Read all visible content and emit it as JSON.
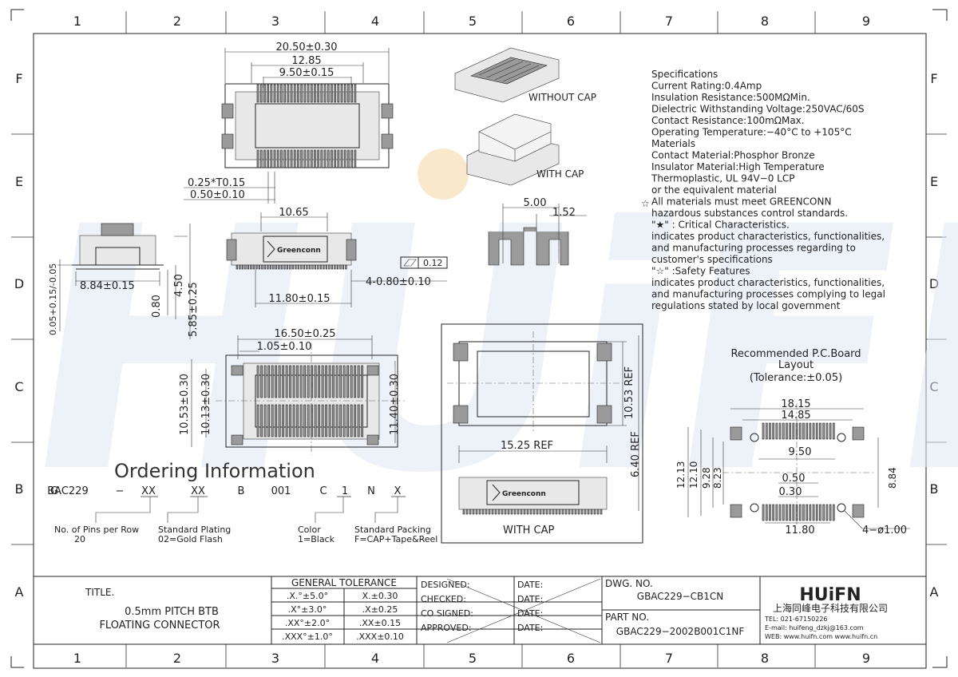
{
  "grid": {
    "columns": [
      "1",
      "2",
      "3",
      "4",
      "5",
      "6",
      "7",
      "8",
      "9"
    ],
    "rows": [
      "F",
      "E",
      "D",
      "C",
      "B",
      "A"
    ]
  },
  "watermark": {
    "text": "HUiFN",
    "color": "#dfe6f3",
    "dot_color": "#f7d7a6"
  },
  "top_view": {
    "dims": [
      "20.50±0.30",
      "12.85",
      "9.50±0.15",
      "0.25*T0.15",
      "0.50±0.10"
    ]
  },
  "iso_views": {
    "without_cap": "WITHOUT CAP",
    "with_cap": "WITH CAP"
  },
  "side_view": {
    "dims": [
      "8.84±0.15",
      "0.80",
      "4.50",
      "5.85±0.25",
      "0.05+0.15/-0.05"
    ]
  },
  "front_view": {
    "brand": "Greenconn",
    "dims": [
      "10.65",
      "11.80±0.15",
      "4-0.80±0.10",
      "0.12"
    ]
  },
  "section_view": {
    "dims": [
      "5.00",
      "1.52"
    ]
  },
  "bottom_view": {
    "dims": [
      "16.50±0.25",
      "1.05±0.10",
      "10.53±0.30",
      "10.13±0.30",
      "11.40±0.30"
    ]
  },
  "cap_views": {
    "dims": [
      "10.53 REF",
      "15.25 REF",
      "6.40 REF"
    ],
    "label": "WITH CAP",
    "brand": "Greenconn"
  },
  "specs": {
    "lines": [
      "Specifications",
      "Current Rating:0.4Amp",
      "Insulation  Resistance:500MΩMin.",
      "Dielectric Withstanding Voltage:250VAC/60S",
      "Contact  Resistance:100mΩMax.",
      "Operating Temperature:−40°C  to  +105°C",
      "Materials",
      "Contact Material:Phosphor Bronze",
      "Insulator Material:High Temperature",
      "Thermoplastic,  UL  94V−0  LCP",
      "or  the equivalent material",
      "All materials  must meet  GREENCONN",
      "hazardous substances  control standards.",
      "\"★\" : Critical Characteristics.",
      "indicates product characteristics, functionalities,",
      "and  manufacturing  processes  regarding  to",
      "customer's specifications",
      "\"☆\" :Safety Features",
      "indicates product characteristics, functionalities,",
      "and manufacturing processes complying to legal",
      "regulations stated by local government"
    ]
  },
  "pcb_layout": {
    "title": [
      "Recommended  P.C.Board",
      "Layout",
      "(Tolerance:±0.05)"
    ],
    "dims": [
      "18.15",
      "14.85",
      "9.50",
      "0.50",
      "0.30",
      "11.80",
      "4−ø1.00",
      "12.13",
      "12.10",
      "9.28",
      "8.23",
      "8.84"
    ]
  },
  "ordering": {
    "title": "Ordering  Information",
    "code": [
      "G",
      "BAC229",
      "−",
      "XX",
      "XX",
      "B",
      "001",
      "C",
      "1",
      "N",
      "X"
    ],
    "notes": {
      "pins": [
        "No. of Pins per Row",
        "20"
      ],
      "plating": [
        "Standard Plating",
        "02=Gold Flash"
      ],
      "color": [
        "Color",
        "1=Black"
      ],
      "packing": [
        "Standard Packing",
        "F=CAP+Tape&Reel"
      ]
    }
  },
  "title_block": {
    "title_label": "TITLE.",
    "title": [
      "0.5mm  PITCH   BTB",
      "FLOATING  CONNECTOR"
    ],
    "tolerance_header": "GENERAL  TOLERANCE",
    "tolerances": [
      [
        ".X.°±5.0°",
        "X.±0.30"
      ],
      [
        ".X°±3.0°",
        ".X±0.25"
      ],
      [
        ".XX°±2.0°",
        ".XX±0.15"
      ],
      [
        ".XXX°±1.0°",
        ".XXX±0.10"
      ]
    ],
    "signoffs": [
      "DESIGNED:",
      "CHECKED:",
      "CO SIGNED:",
      "APPROVED:"
    ],
    "date_label": "DATE:",
    "dwg_no_label": "DWG. NO.",
    "dwg_no": "GBAC229−CB1CN",
    "part_no_label": "PART NO.",
    "part_no": "GBAC229−2002B001C1NF",
    "company_logo": "HUiFN",
    "company_name": "上海同峰电子科技有限公司",
    "tel": "TEL: 021-67150226",
    "email": "E-mail: huifeng_dzkj@163.com",
    "web": "WEB: www.huifn.com   www.huifn.cn"
  }
}
